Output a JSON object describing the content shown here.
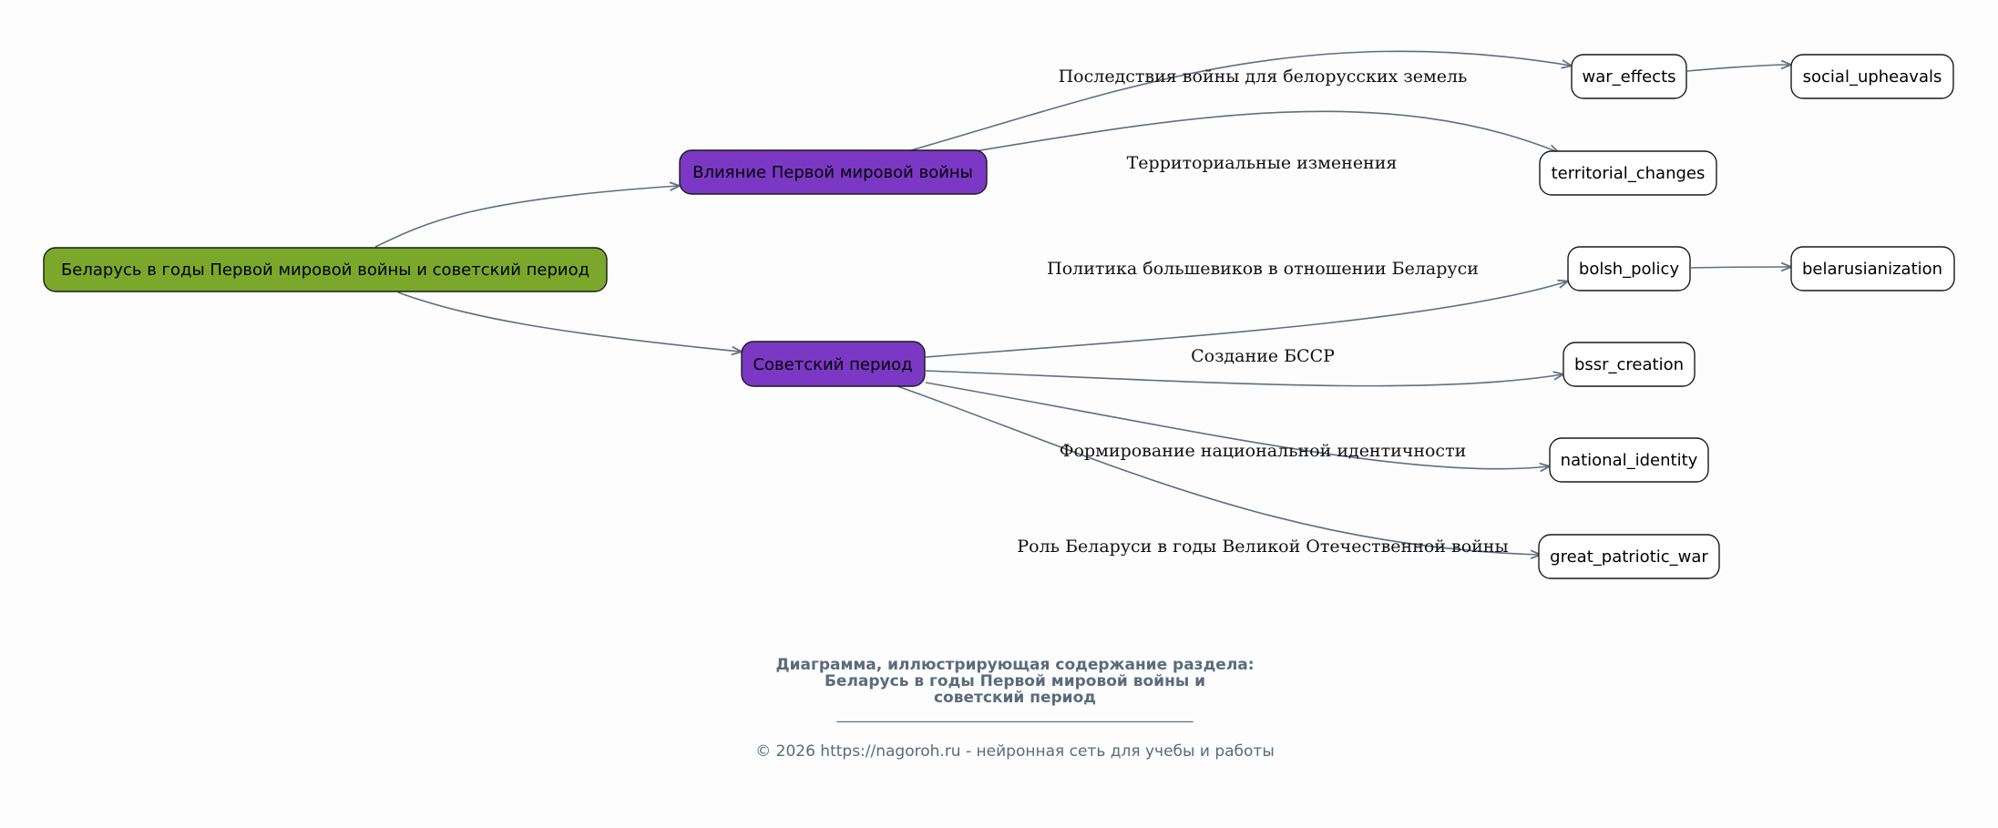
{
  "colors": {
    "root": "#7ba82b",
    "branch": "#7b38c4",
    "leaf": "#ffffff",
    "edge": "#5f6f80",
    "caption": "#5a6b7c"
  },
  "nodes": {
    "root": "Беларусь в годы Первой мировой войны и советский период",
    "ww1_influence": "Влияние Первой мировой войны",
    "soviet_period": "Советский период",
    "war_effects": "war_effects",
    "social_upheavals": "social_upheavals",
    "territorial_changes": "territorial_changes",
    "bolsh_policy": "bolsh_policy",
    "belarusianization": "belarusianization",
    "bssr_creation": "bssr_creation",
    "national_identity": "national_identity",
    "great_patriotic_war": "great_patriotic_war"
  },
  "edge_labels": {
    "war_effects": "Последствия войны для белорусских земель",
    "territorial_changes": "Территориальные изменения",
    "bolsh_policy": "Политика большевиков в отношении Беларуси",
    "bssr_creation": "Создание БССР",
    "national_identity": "Формирование национальной идентичности",
    "great_patriotic_war": "Роль Беларуси в годы Великой Отечественной войны"
  },
  "caption": {
    "line1": "Диаграмма, иллюстрирующая содержание раздела:",
    "line2": "Беларусь в годы Первой мировой войны и",
    "line3": "советский период",
    "separator": "______________________________________________"
  },
  "copyright": "© 2026 https://nagoroh.ru - нейронная сеть для учебы и работы"
}
